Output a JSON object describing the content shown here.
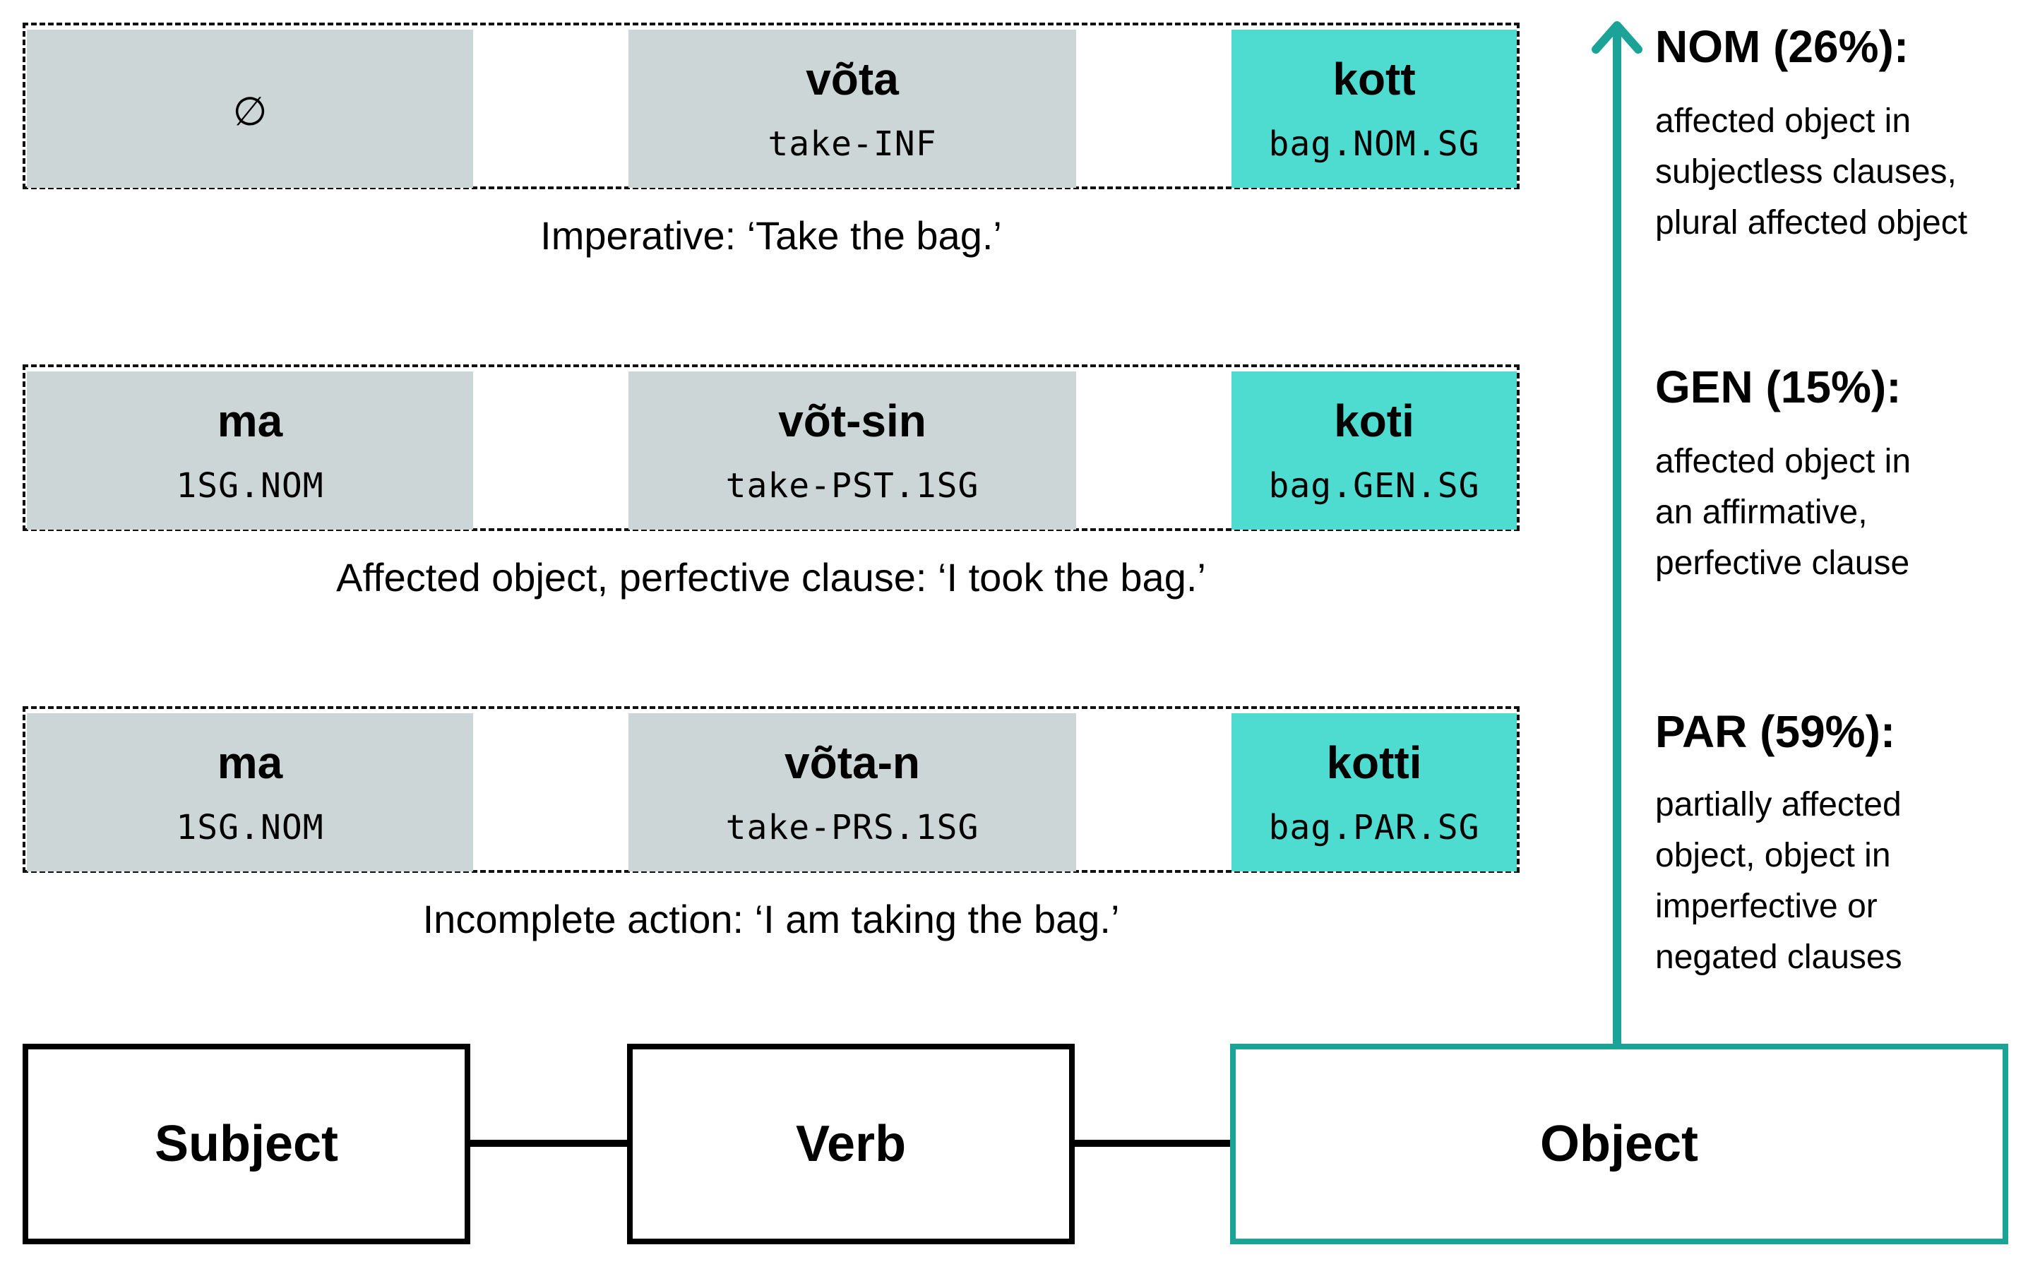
{
  "examples": [
    {
      "subject": {
        "word": "∅",
        "gloss": ""
      },
      "verb": {
        "word": "võta",
        "gloss": "take-INF"
      },
      "object": {
        "word": "kott",
        "gloss": "bag.NOM.SG"
      },
      "caption": "Imperative: ‘Take the bag.’"
    },
    {
      "subject": {
        "word": "ma",
        "gloss": "1SG.NOM"
      },
      "verb": {
        "word": "võt-sin",
        "gloss": "take-PST.1SG"
      },
      "object": {
        "word": "koti",
        "gloss": "bag.GEN.SG"
      },
      "caption": "Affected object, perfective clause: ‘I took the bag.’"
    },
    {
      "subject": {
        "word": "ma",
        "gloss": "1SG.NOM"
      },
      "verb": {
        "word": "võta-n",
        "gloss": "take-PRS.1SG"
      },
      "object": {
        "word": "kotti",
        "gloss": "bag.PAR.SG"
      },
      "caption": "Incomplete action: ‘I am taking the bag.’"
    }
  ],
  "structure": {
    "subject": "Subject",
    "verb": "Verb",
    "object": "Object"
  },
  "cases": [
    {
      "heading": "NOM (26%):",
      "lines": [
        "affected object in",
        "subjectless clauses,",
        "plural affected object"
      ]
    },
    {
      "heading": "GEN (15%):",
      "lines": [
        "affected object in",
        "an affirmative,",
        "perfective clause"
      ]
    },
    {
      "heading": "PAR (59%):",
      "lines": [
        "partially affected",
        "object, object in",
        "imperfective or",
        "negated clauses"
      ]
    }
  ],
  "colors": {
    "grey_cell": "#cdd6d6",
    "teal_cell": "#4edbd0",
    "teal_line": "#1aa396"
  }
}
